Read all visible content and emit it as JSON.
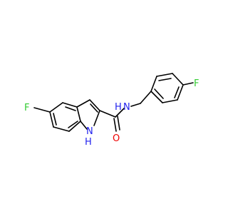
{
  "colors": {
    "bond": "#000000",
    "F": "#33cc33",
    "N": "#2222ee",
    "O": "#ee0000"
  },
  "atoms": {
    "F_left": "F",
    "NH_label": "H",
    "NH_atom": "N",
    "amide_N": "N",
    "amide_H": "H",
    "O": "O",
    "F_right": "F"
  }
}
